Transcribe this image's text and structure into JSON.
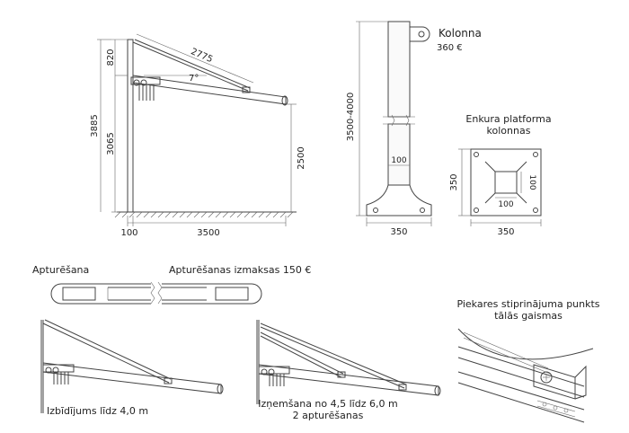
{
  "side_view": {
    "dim_top_diag": "2775",
    "dim_upper": "820",
    "dim_total": "3885",
    "dim_lower": "3065",
    "dim_angle": "7°",
    "dim_right": "2500",
    "dim_base_left": "100",
    "dim_span": "3500"
  },
  "column": {
    "title": "Kolonna",
    "price": "360 €",
    "dim_height": "3500-4000",
    "dim_width_mid": "100",
    "dim_base": "350"
  },
  "anchor_plate": {
    "title_line1": "Enkura platforma",
    "title_line2": "kolonnas",
    "dim_side": "350",
    "dim_inner_v": "100",
    "dim_inner_h": "100",
    "dim_bottom": "350"
  },
  "stop": {
    "label": "Apturēšana",
    "price_label": "Apturēšanas izmaksas 150 €"
  },
  "variant_a": {
    "caption": "Izbīdījums līdz 4,0 m"
  },
  "variant_b": {
    "caption_line1": "Izņemšana no 4,5 līdz 6,0 m",
    "caption_line2": "2 apturēšanas"
  },
  "detail": {
    "title_line1": "Piekares stiprinājuma punkts",
    "title_line2": "tālās gaismas"
  }
}
